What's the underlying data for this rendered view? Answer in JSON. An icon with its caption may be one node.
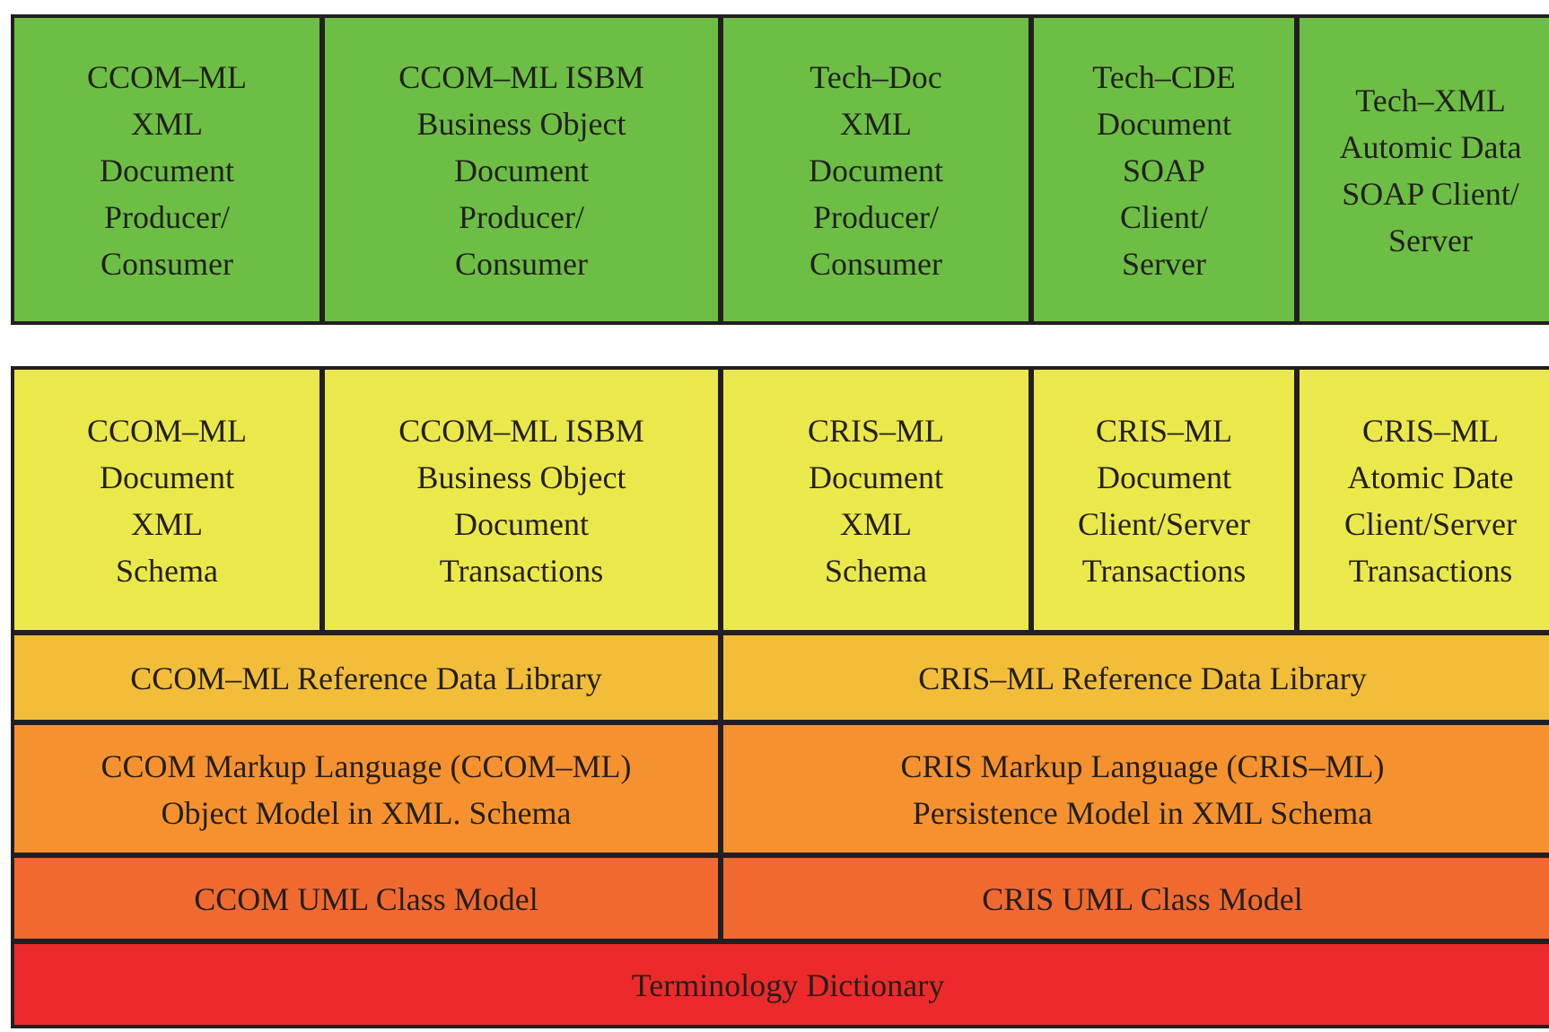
{
  "diagram": {
    "nodes": [
      {
        "text": [
          "CCOM–ML XML Document Producer/ Consumer"
        ]
      },
      {
        "text": [
          "CCOM–ML ISBM Business Object Document Producer/ Consumer"
        ]
      },
      {
        "text": [
          "Tech–Doc XML Document Producer/ Consumer"
        ]
      },
      {
        "text": [
          "Tech–CDE Document SOAP Client/ Server"
        ]
      },
      {
        "text": [
          "Tech–XML Automic Data SOAP Client/ Server"
        ]
      },
      {
        "text": [
          "CCOM–ML Document XML Schema"
        ]
      },
      {
        "text": [
          "CCOM–ML ISBM Business Object Document Transactions"
        ]
      },
      {
        "text": [
          "CRIS–ML Document XML Schema"
        ]
      },
      {
        "text": [
          "CRIS–ML Document Client/Server Transactions"
        ]
      },
      {
        "text": [
          "CRIS–ML Atomic Date Client/Server Transactions"
        ]
      },
      {
        "text": [
          "CCOM–ML Reference Data Library"
        ]
      },
      {
        "text": [
          "CRIS–ML Reference Data Library"
        ]
      },
      {
        "text": [
          "CCOM Markup Language (CCOM–ML) Object Model in XML. Schema"
        ]
      },
      {
        "text": [
          "CRIS Markup Language (CRIS–ML) Persistence Model in XML Schema"
        ]
      },
      {
        "text": [
          "CCOM UML Class Model"
        ]
      },
      {
        "text": [
          "CRIS UML Class Model"
        ]
      },
      {
        "text": [
          "Terminology Dictionary"
        ]
      }
    ]
  }
}
